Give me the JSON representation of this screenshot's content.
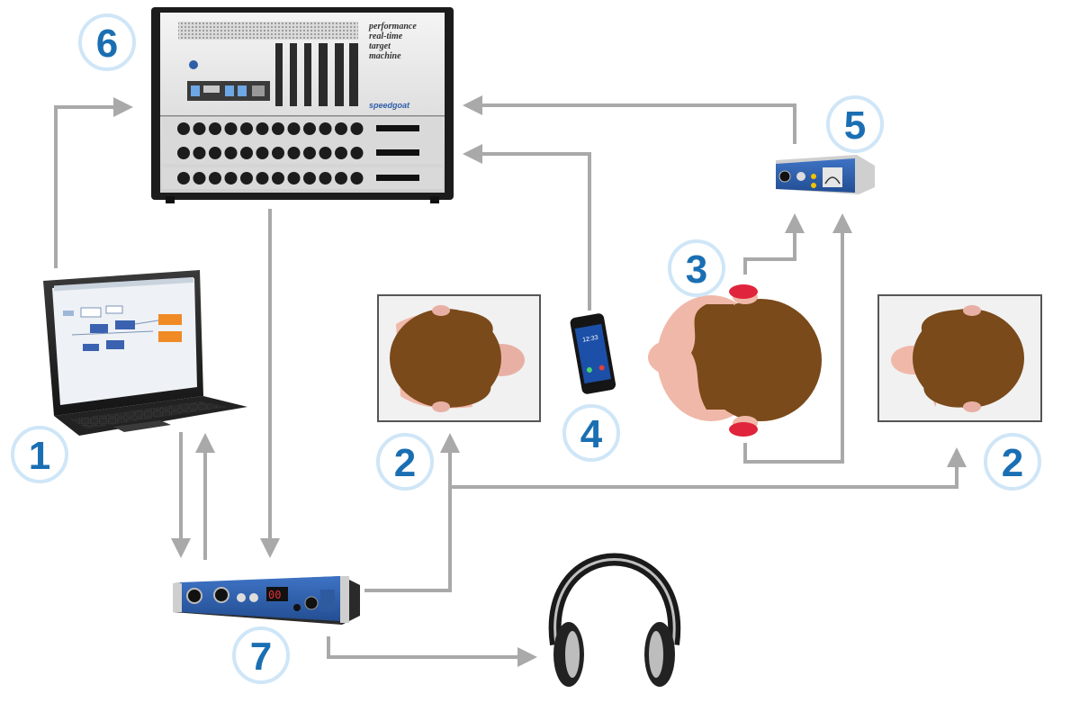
{
  "components": [
    {
      "id": "1",
      "name": "laptop"
    },
    {
      "id": "2",
      "name": "display"
    },
    {
      "id": "3",
      "name": "head"
    },
    {
      "id": "4",
      "name": "smartphone"
    },
    {
      "id": "5",
      "name": "audio-interface-small"
    },
    {
      "id": "6",
      "name": "target-machine"
    },
    {
      "id": "7",
      "name": "audio-interface-rack"
    }
  ],
  "labels": {
    "laptop": "1",
    "display_left": "2",
    "display_right": "2",
    "head": "3",
    "phone": "4",
    "interface_small": "5",
    "target_machine": "6",
    "interface_rack": "7"
  },
  "target_machine": {
    "caption_lines": [
      "performance",
      "real-time",
      "target",
      "machine"
    ],
    "brand": "speedgoat"
  },
  "phone_screen_time": "12:33",
  "colors": {
    "badge_text": "#1a6fb3",
    "badge_ring": "#cfe6f7",
    "arrow": "#a9a9a9",
    "hair": "#7a4a1a",
    "skin": "#f0b8a8",
    "ear_marker": "#e0243c",
    "rack_panel": "#2f5ea8"
  }
}
